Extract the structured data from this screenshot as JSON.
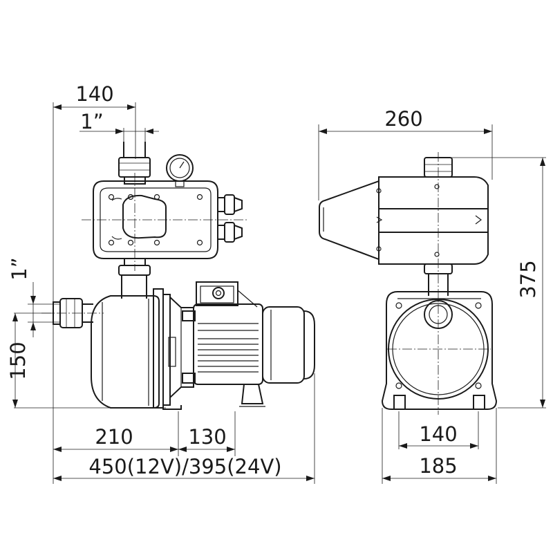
{
  "dimensions": {
    "top_width": "140",
    "top_port": "1”",
    "side_port": "1”",
    "inlet_height": "150",
    "body_length": "210",
    "motor_length": "130",
    "total_length": "450(12V)/395(24V)",
    "side_width": "260",
    "side_height": "375",
    "base_width": "140",
    "overall_width": "185"
  }
}
